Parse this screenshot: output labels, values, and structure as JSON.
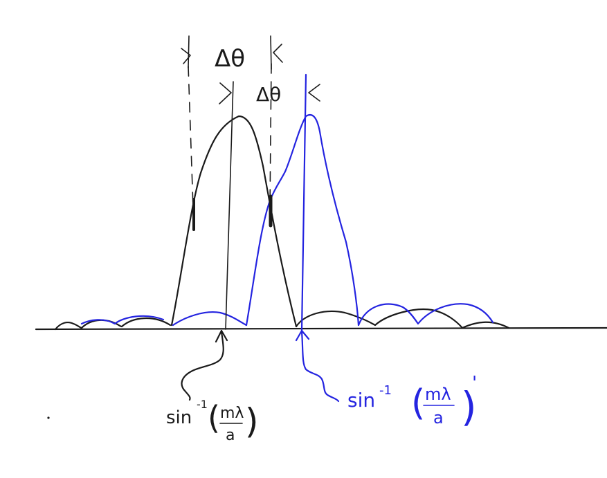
{
  "labels": {
    "delta_top": "Δθ",
    "delta_mid": "Δθ",
    "black_sin": "sin",
    "black_exp": "-1",
    "black_paren_open": "(",
    "black_num": "mλ",
    "black_den": "a",
    "black_paren_close": ")",
    "blue_sin": "sin",
    "blue_exp": "-1",
    "blue_paren_open": "(",
    "blue_num": "mλ",
    "blue_den": "a",
    "blue_paren_close": ")",
    "blue_prime": "'"
  },
  "colors": {
    "black_ink": "#1a1a1a",
    "blue_ink": "#2424e0"
  }
}
